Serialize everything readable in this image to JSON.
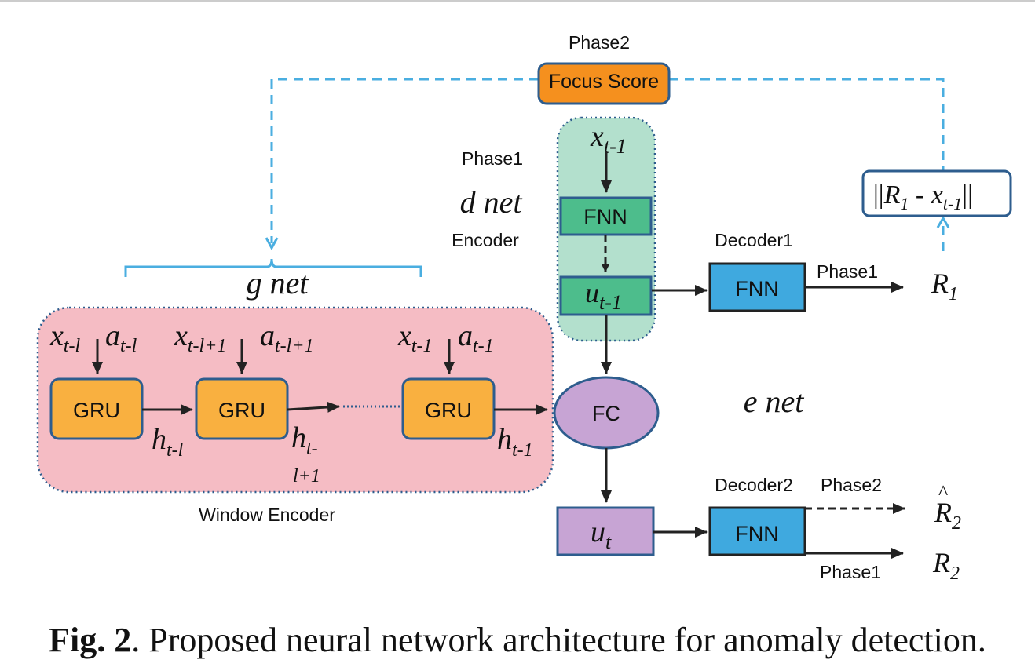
{
  "colors": {
    "focus_fill": "#f5901e",
    "box_stroke": "#2e5d8e",
    "dnet_bg": "#b3e0cd",
    "fnn_green": "#4dbd8c",
    "gru_fill": "#f9b040",
    "window_bg": "#f5bcc4",
    "fc_fill": "#c7a4d4",
    "ut_fill": "#c7a4d4",
    "fnn_blue": "#3fa9df",
    "feedback_line": "#4aaee0",
    "arrow": "#222222"
  },
  "labels": {
    "phase2_top": "Phase2",
    "focus_score": "Focus Score",
    "phase1_dnet": "Phase1",
    "d_net": "d net",
    "encoder": "Encoder",
    "g_net": "g net",
    "e_net": "e net",
    "window_encoder": "Window Encoder",
    "decoder1": "Decoder1",
    "decoder2": "Decoder2",
    "phase1_out1": "Phase1",
    "phase2_out2": "Phase2",
    "phase1_out2": "Phase1",
    "fnn_enc": "FNN",
    "fnn_dec1": "FNN",
    "fnn_dec2": "FNN",
    "fc": "FC",
    "gru1": "GRU",
    "gru2": "GRU",
    "gru3": "GRU",
    "dots": "················"
  },
  "math": {
    "x_in_dnet": {
      "base": "x",
      "sub": "t-1"
    },
    "u_prev": {
      "base": "u",
      "sub": "t-1"
    },
    "u_t": {
      "base": "u",
      "sub": "t"
    },
    "norm": {
      "pre": "||",
      "r": "R",
      "rsub": "1",
      "mid": " - x",
      "xsub": "t-1",
      "post": "||"
    },
    "r1": {
      "base": "R",
      "sub": "1"
    },
    "r2hat": {
      "base": "R",
      "sub": "2",
      "hat": "^"
    },
    "r2": {
      "base": "R",
      "sub": "2"
    },
    "gru1_x": {
      "base": "x",
      "sub": "t-l"
    },
    "gru1_a": {
      "base": "a",
      "sub": "t-l"
    },
    "gru2_x": {
      "base": "x",
      "sub": "t-l+1"
    },
    "gru2_a": {
      "base": "a",
      "sub": "t-l+1"
    },
    "gru3_x": {
      "base": "x",
      "sub": "t-1"
    },
    "gru3_a": {
      "base": "a",
      "sub": "t-1"
    },
    "h1": {
      "base": "h",
      "sub": "t-l"
    },
    "h2": {
      "base": "h",
      "sub": "t-",
      "extra": "l+1"
    },
    "h3": {
      "base": "h",
      "sub": "t-1"
    }
  },
  "caption": {
    "fig": "Fig. 2",
    "text": ". Proposed neural network architecture for anomaly detection."
  }
}
